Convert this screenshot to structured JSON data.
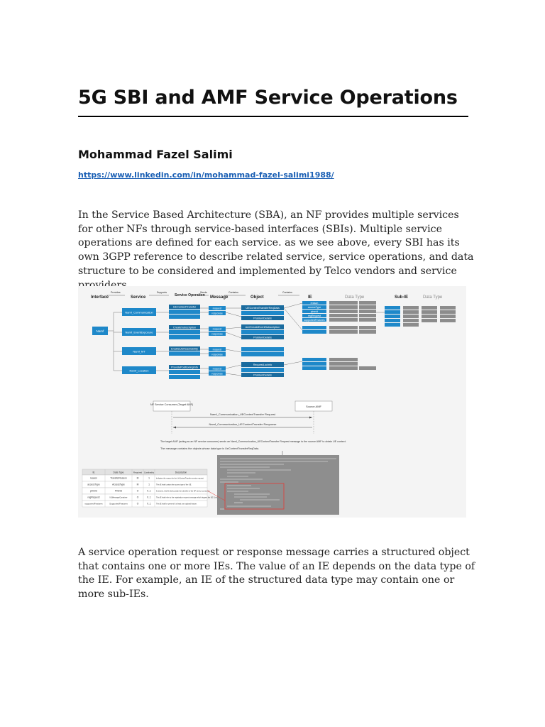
{
  "article": {
    "title": "5G SBI and AMF Service Operations",
    "author": "Mohammad Fazel Salimi",
    "profile_url": "https://www.linkedin.com/in/mohammad-fazel-salimi1988/",
    "paragraph_1": "In the Service Based Architecture (SBA), an NF provides multiple services for other NFs through service-based interfaces (SBIs). Multiple service operations are defined for each service. as we see above, every SBI has its own 3GPP reference to describe related service, service operations, and data structure to be considered and implemented by Telco vendors and service providers.",
    "paragraph_2": "A service operation request or response message carries a structured object that contains one or more IEs. The value of an IE depends on the data type of the IE. For example, an IE of the structured data type may contain one or more sub-IEs."
  },
  "figure": {
    "headers": [
      "Interface",
      "Provides",
      "Service",
      "Supports",
      "Service Operation",
      "Sends",
      "Message",
      "Contains",
      "Object",
      "Contains",
      "IE",
      "Data Type",
      "Sub-IE",
      "Data Type"
    ],
    "interface": "Namf",
    "services": [
      "Namf_Communication",
      "Namf_EventExposure",
      "Namf_MT",
      "Namf_Location"
    ],
    "operations": [
      "UEContextTransfer",
      "CreateSubscription",
      "EnableUEReachability",
      "ProvidePositioningInfo"
    ],
    "message_labels": [
      "request",
      "response"
    ],
    "objects": [
      "UEContextTransferReqData",
      "ProblemDetails",
      "AmfCreateEventSubscription",
      "RequestLocInfo"
    ],
    "ies": [
      "reason",
      "accessType",
      "plmnId",
      "regRequest",
      "supportedFeatures"
    ],
    "colors": {
      "box_blue": "#1e88c9",
      "box_dark": "#1a6b9e",
      "grey_box": "#8c8c8c",
      "dark_panel": "#8e8e8e",
      "highlight": "#e53935"
    },
    "sequence": {
      "consumer": "NF Service Consumer (Target AMF)",
      "producer": "Source AMF",
      "request_msg": "Namf_Communication_UEContextTransfer Request",
      "response_msg": "Namf_Communication_UEContextTransfer Response",
      "note_line_1": "The target AMF (acting as an NF service consumer) sends an Namf_Communication_UEContextTransfer Request message to the source AMF to obtain UE context.",
      "note_line_2": "The message contains the objects whose data type is UeContextTransferReqData."
    },
    "ie_table": {
      "columns": [
        "IE",
        "Data Type",
        "Required",
        "Cardinality",
        "Description"
      ],
      "rows": [
        [
          "reason",
          "TransferReason",
          "M",
          "1",
          "Indicates the reason for the UeContextTransfer service request."
        ],
        [
          "accessType",
          "AccessType",
          "M",
          "1",
          "This IE shall contain the access type of the UE."
        ],
        [
          "plmnId",
          "PlmnId",
          "O",
          "0..1",
          "If present, this IE shall contain the identifier of the NF service consumer."
        ],
        [
          "regRequest",
          "N1MessageContainer",
          "O",
          "0..1",
          "This IE shall refer to the registration request message which triggers the UE Context."
        ],
        [
          "supportedFeatures",
          "SupportedFeatures",
          "O",
          "0..1",
          "This IE shall be present if at least one optional feature."
        ]
      ]
    }
  }
}
